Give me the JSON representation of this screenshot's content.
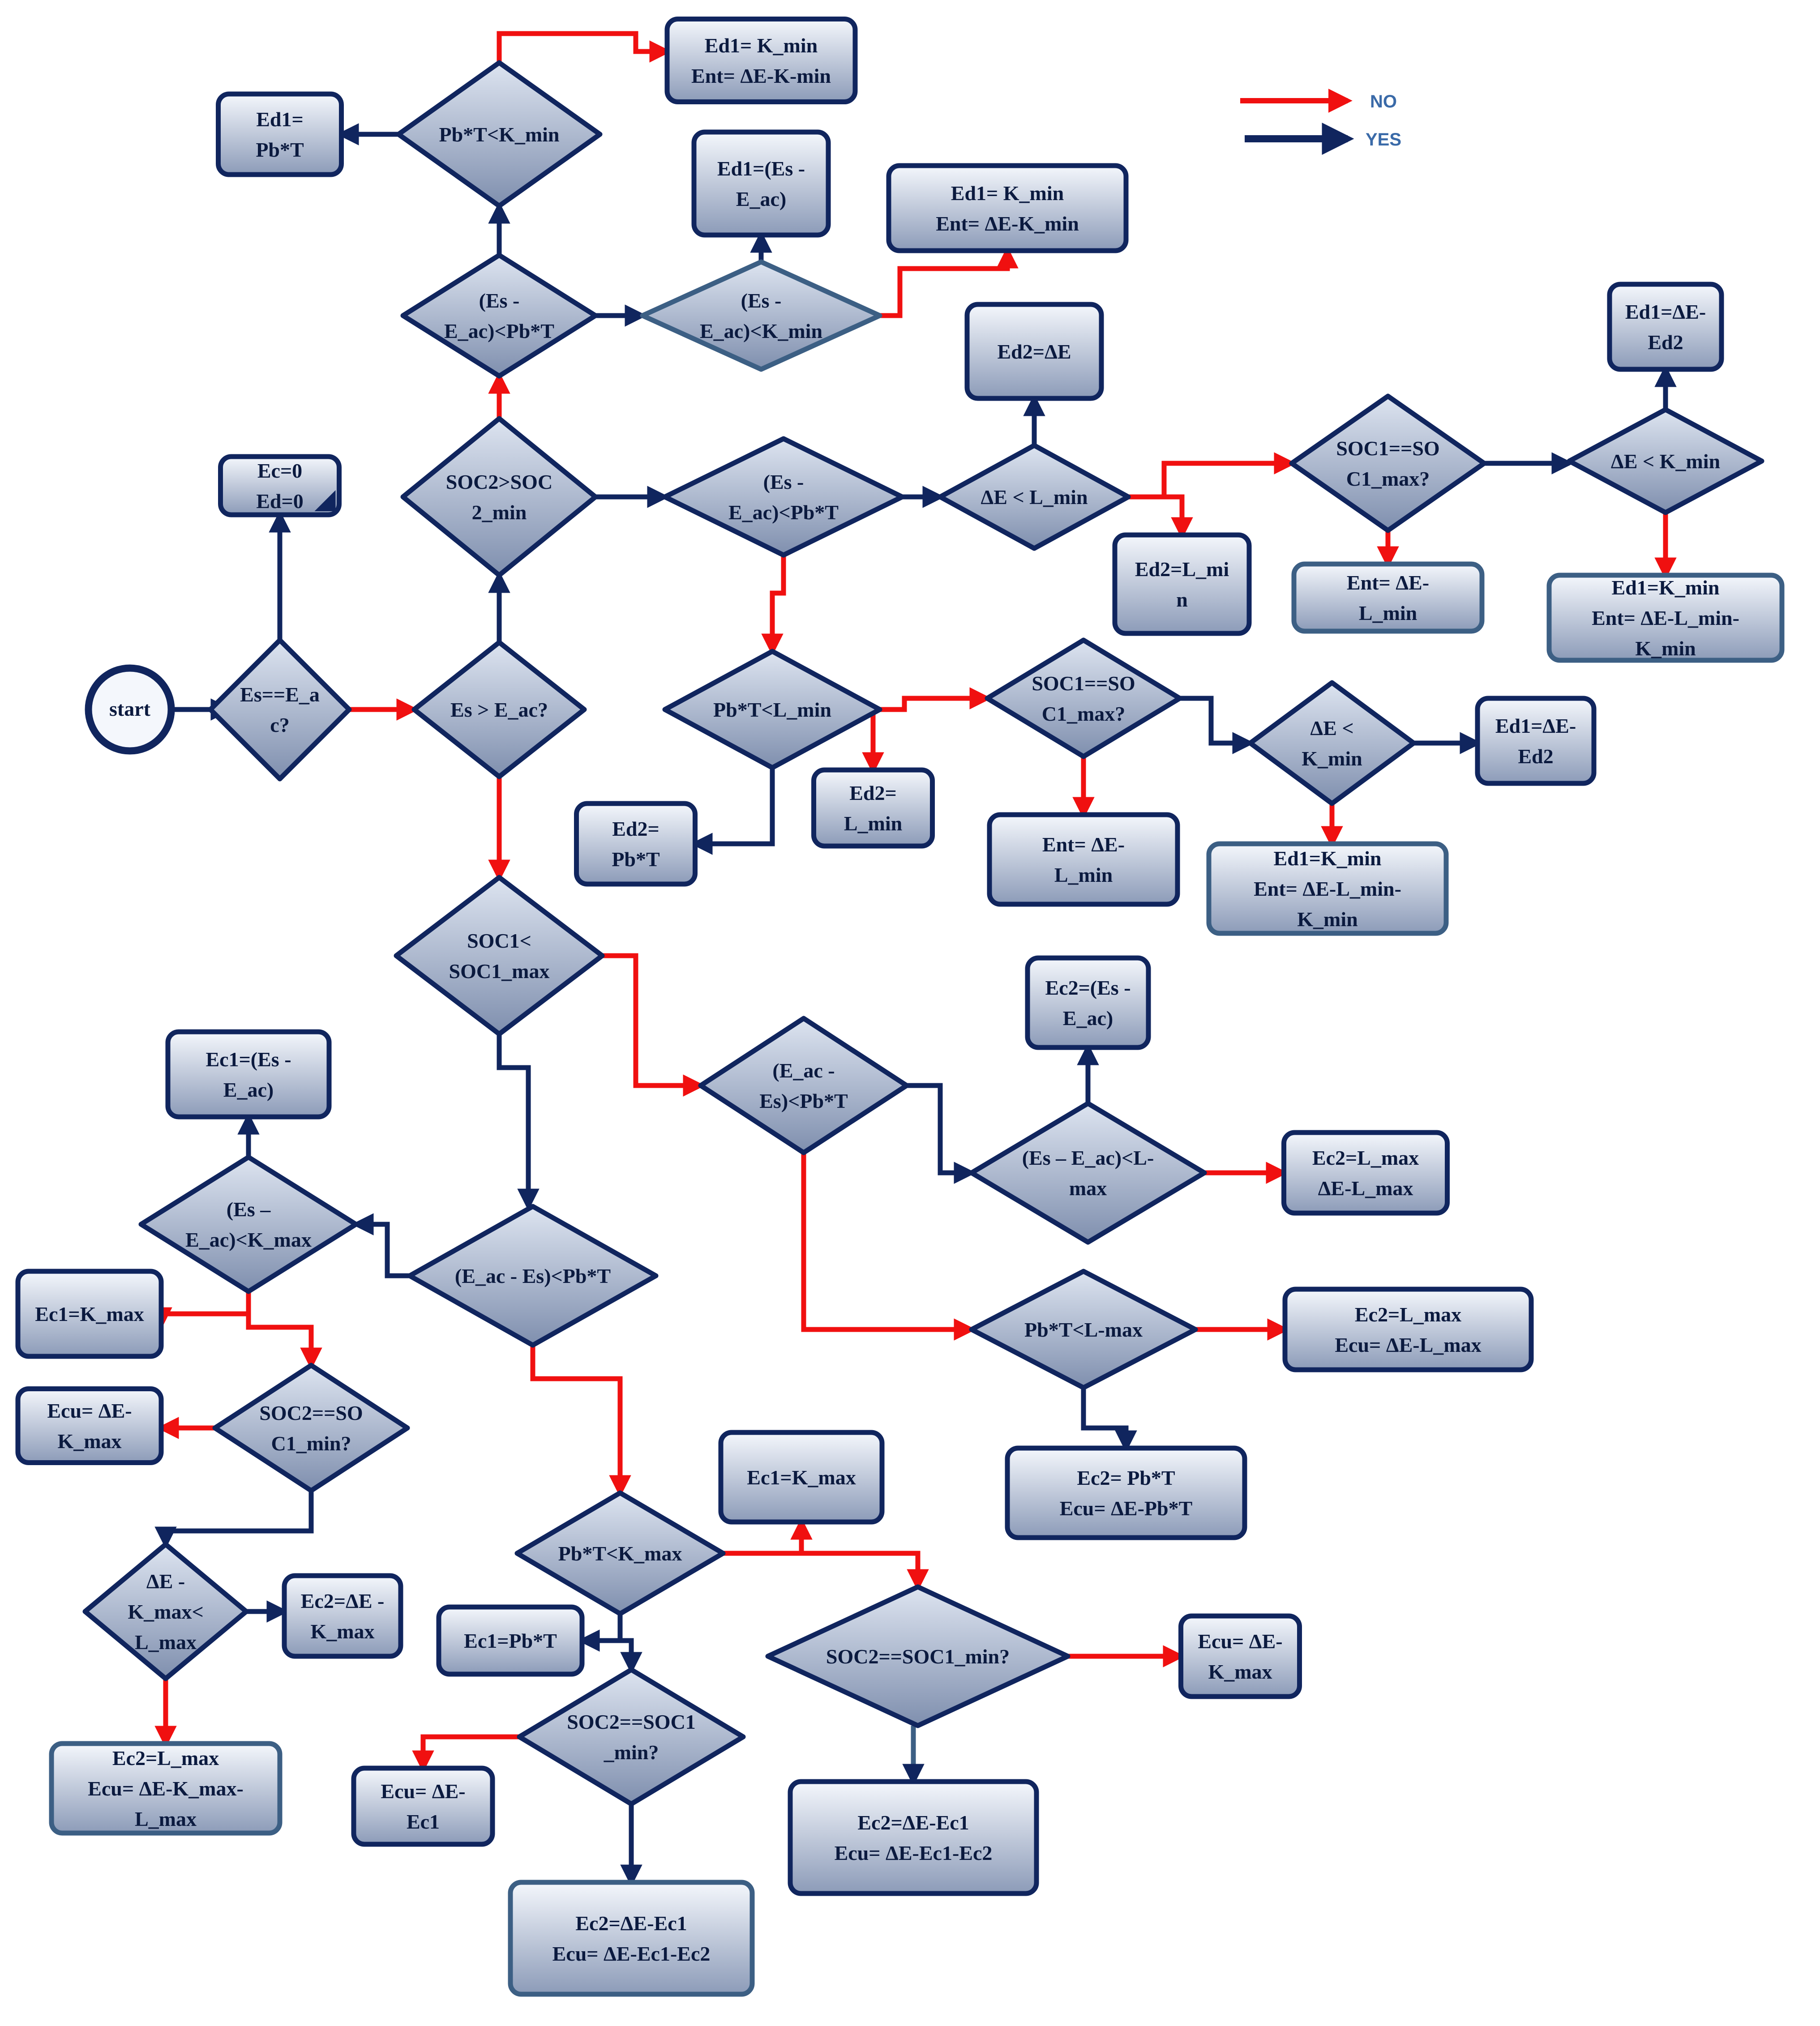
{
  "colors": {
    "yes": "#10255e",
    "no": "#f01010",
    "node_border": "#10255e",
    "node_border_light": "#3c5f84",
    "node_fill_top": "#f4f7fc",
    "node_fill_bottom": "#8c9bb8"
  },
  "legend": {
    "no_label": "NO",
    "yes_label": "YES"
  },
  "nodes": [
    {
      "id": "start",
      "shape": "circle",
      "lines": [
        "start"
      ]
    },
    {
      "id": "init",
      "shape": "rect",
      "lines": [
        "Ec=0",
        "Ed=0"
      ]
    },
    {
      "id": "d_es_eq",
      "shape": "diamond",
      "lines": [
        "Es==E_a",
        "c?"
      ]
    },
    {
      "id": "d_es_gt",
      "shape": "diamond",
      "lines": [
        "Es > E_ac?"
      ]
    },
    {
      "id": "d_soc2",
      "shape": "diamond",
      "lines": [
        "SOC2>SOC",
        "2_min"
      ]
    },
    {
      "id": "d_es_pbt_top",
      "shape": "diamond",
      "lines": [
        "(Es -",
        "E_ac)<Pb*T"
      ]
    },
    {
      "id": "d_pbt_kmin_top",
      "shape": "diamond",
      "lines": [
        "Pb*T<K_min"
      ]
    },
    {
      "id": "r_ed1_pbt_top",
      "shape": "rect",
      "lines": [
        "Ed1=",
        "Pb*T"
      ]
    },
    {
      "id": "r_ed1_kmin_top",
      "shape": "rect",
      "lines": [
        "Ed1= K_min",
        "Ent= ΔE-K-min"
      ]
    },
    {
      "id": "d_es_kmin_top",
      "shape": "diamond",
      "lines": [
        "(Es -",
        "E_ac)<K_min"
      ]
    },
    {
      "id": "r_ed1_es_top",
      "shape": "rect",
      "lines": [
        "Ed1=(Es -",
        "E_ac)"
      ]
    },
    {
      "id": "r_ed1_kmin_mid",
      "shape": "rect",
      "lines": [
        "Ed1= K_min",
        "Ent= ΔE-K_min"
      ]
    },
    {
      "id": "d_es_pbt_mid",
      "shape": "diamond",
      "lines": [
        "(Es -",
        "E_ac)<Pb*T"
      ]
    },
    {
      "id": "d_de_lmin",
      "shape": "diamond",
      "lines": [
        "ΔE < L_min"
      ]
    },
    {
      "id": "r_ed2_de",
      "shape": "rect",
      "lines": [
        "Ed2=ΔE"
      ]
    },
    {
      "id": "r_ed2_lmin_top",
      "shape": "rect",
      "lines": [
        "Ed2=L_mi",
        "n"
      ]
    },
    {
      "id": "d_soc1_max_top",
      "shape": "diamond",
      "lines": [
        "SOC1==SO",
        "C1_max?"
      ]
    },
    {
      "id": "r_ent_lmin_top",
      "shape": "rect",
      "lines": [
        "Ent= ΔE-",
        "L_min"
      ]
    },
    {
      "id": "d_de_kmin_top",
      "shape": "diamond",
      "lines": [
        "ΔE < K_min"
      ]
    },
    {
      "id": "r_ed1_de_ed2_top",
      "shape": "rect",
      "lines": [
        "Ed1=ΔE-",
        "Ed2"
      ]
    },
    {
      "id": "r_ed1_kmin_ent_top",
      "shape": "rect",
      "lines": [
        "Ed1=K_min",
        "Ent= ΔE-L_min-",
        "K_min"
      ]
    },
    {
      "id": "d_pbt_lmin",
      "shape": "diamond",
      "lines": [
        "Pb*T<L_min"
      ]
    },
    {
      "id": "r_ed2_pbt",
      "shape": "rect",
      "lines": [
        "Ed2=",
        "Pb*T"
      ]
    },
    {
      "id": "r_ed2_lmin_mid",
      "shape": "rect",
      "lines": [
        "Ed2=",
        "L_min"
      ]
    },
    {
      "id": "d_soc1_max_mid",
      "shape": "diamond",
      "lines": [
        "SOC1==SO",
        "C1_max?"
      ]
    },
    {
      "id": "r_ent_lmin_mid",
      "shape": "rect",
      "lines": [
        "Ent= ΔE-",
        "L_min"
      ]
    },
    {
      "id": "d_de_kmin_mid",
      "shape": "diamond",
      "lines": [
        "ΔE <",
        "K_min"
      ]
    },
    {
      "id": "r_ed1_de_ed2_mid",
      "shape": "rect",
      "lines": [
        "Ed1=ΔE-",
        "Ed2"
      ]
    },
    {
      "id": "r_ed1_kmin_ent_mid",
      "shape": "rect",
      "lines": [
        "Ed1=K_min",
        "Ent= ΔE-L_min-",
        "K_min"
      ]
    },
    {
      "id": "d_soc1_lt",
      "shape": "diamond",
      "lines": [
        "SOC1<",
        "SOC1_max"
      ]
    },
    {
      "id": "d_eac_es_pbt_r",
      "shape": "diamond",
      "lines": [
        "(E_ac -",
        "Es)<Pb*T"
      ]
    },
    {
      "id": "d_es_lmax",
      "shape": "diamond",
      "lines": [
        "(Es – E_ac)<L-",
        "max"
      ]
    },
    {
      "id": "r_ec2_es",
      "shape": "rect",
      "lines": [
        "Ec2=(Es -",
        "E_ac)"
      ]
    },
    {
      "id": "r_ec2_lmax_a",
      "shape": "rect",
      "lines": [
        "Ec2=L_max",
        "ΔE-L_max"
      ]
    },
    {
      "id": "d_pbt_lmax",
      "shape": "diamond",
      "lines": [
        "Pb*T<L-max"
      ]
    },
    {
      "id": "r_ec2_lmax_b",
      "shape": "rect",
      "lines": [
        "Ec2=L_max",
        "Ecu= ΔE-L_max"
      ]
    },
    {
      "id": "r_ec2_pbt",
      "shape": "rect",
      "lines": [
        "Ec2= Pb*T",
        "Ecu= ΔE-Pb*T"
      ]
    },
    {
      "id": "d_eac_es_pbt_l",
      "shape": "diamond",
      "lines": [
        "(E_ac - Es)<Pb*T"
      ]
    },
    {
      "id": "d_es_kmax",
      "shape": "diamond",
      "lines": [
        "(Es –",
        "E_ac)<K_max"
      ]
    },
    {
      "id": "r_ec1_es",
      "shape": "rect",
      "lines": [
        "Ec1=(Es -",
        "E_ac)"
      ]
    },
    {
      "id": "r_ec1_kmax_l",
      "shape": "rect",
      "lines": [
        "Ec1=K_max"
      ]
    },
    {
      "id": "d_soc2_min_l",
      "shape": "diamond",
      "lines": [
        "SOC2==SO",
        "C1_min?"
      ]
    },
    {
      "id": "r_ecu_kmax_l",
      "shape": "rect",
      "lines": [
        "Ecu= ΔE-",
        "K_max"
      ]
    },
    {
      "id": "d_de_kmax_lmax",
      "shape": "diamond",
      "lines": [
        "ΔE -",
        "K_max<",
        "L_max"
      ]
    },
    {
      "id": "r_ec2_de_kmax",
      "shape": "rect",
      "lines": [
        "Ec2=ΔE -",
        "K_max"
      ]
    },
    {
      "id": "r_ec2_lmax_ecu",
      "shape": "rect",
      "lines": [
        "Ec2=L_max",
        "Ecu= ΔE-K_max-",
        "L_max"
      ]
    },
    {
      "id": "d_pbt_kmax",
      "shape": "diamond",
      "lines": [
        "Pb*T<K_max"
      ]
    },
    {
      "id": "r_ec1_kmax_b",
      "shape": "rect",
      "lines": [
        "Ec1=K_max"
      ]
    },
    {
      "id": "r_ec1_pbt",
      "shape": "rect",
      "lines": [
        "Ec1=Pb*T"
      ]
    },
    {
      "id": "d_soc2_min_b",
      "shape": "diamond",
      "lines": [
        "SOC2==SOC1",
        "_min?"
      ]
    },
    {
      "id": "r_ecu_ec1",
      "shape": "rect",
      "lines": [
        "Ecu= ΔE-",
        "Ec1"
      ]
    },
    {
      "id": "r_ec2_de_ec1_b",
      "shape": "rect",
      "lines": [
        "Ec2=ΔE-Ec1",
        "Ecu= ΔE-Ec1-Ec2"
      ]
    },
    {
      "id": "d_soc2_min_r",
      "shape": "diamond",
      "lines": [
        "SOC2==SOC1_min?"
      ]
    },
    {
      "id": "r_ecu_kmax_r",
      "shape": "rect",
      "lines": [
        "Ecu= ΔE-",
        "K_max"
      ]
    },
    {
      "id": "r_ec2_de_ec1_r",
      "shape": "rect",
      "lines": [
        "Ec2=ΔE-Ec1",
        "Ecu= ΔE-Ec1-Ec2"
      ]
    }
  ]
}
